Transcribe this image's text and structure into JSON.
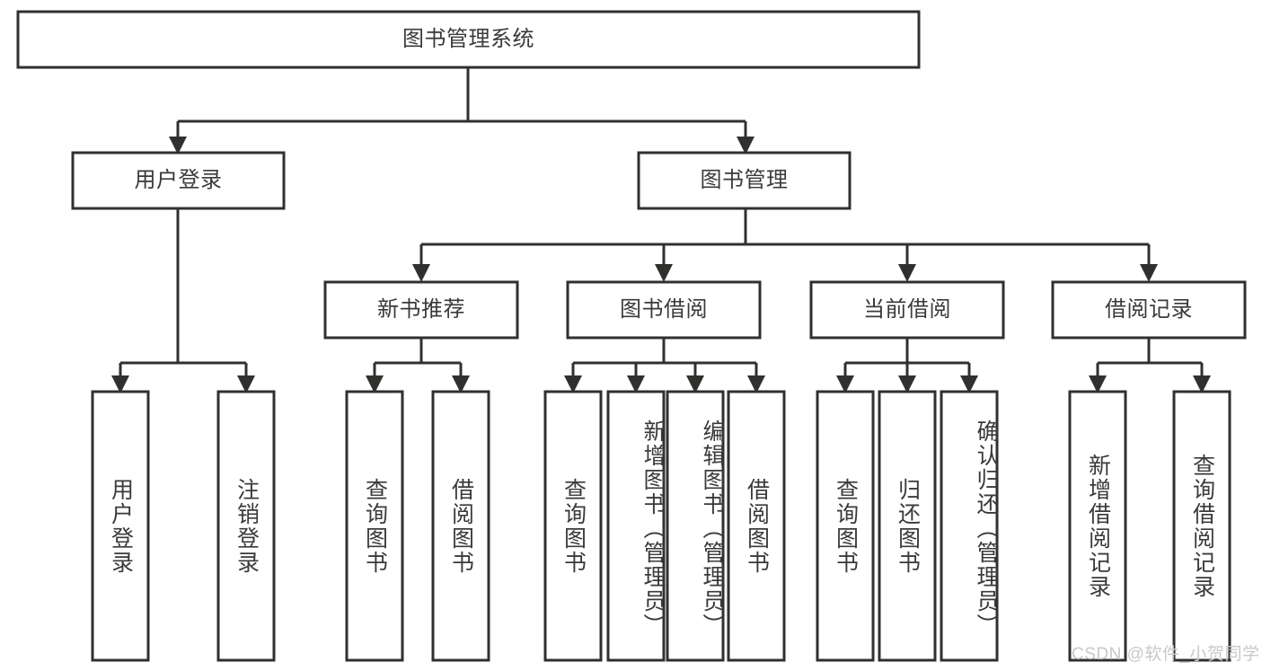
{
  "diagram": {
    "title": "图书管理系统",
    "type": "hierarchy-tree",
    "watermark": "CSDN @软件_小贺同学",
    "colors": {
      "box_stroke": "#31302f",
      "box_fill": "#ffffff",
      "text": "#3a3a3a",
      "background": "#ffffff",
      "watermark": "#c8c8c8"
    },
    "root": {
      "label": "图书管理系统"
    },
    "level2": [
      {
        "label": "用户登录"
      },
      {
        "label": "图书管理"
      }
    ],
    "level3": [
      {
        "label": "新书推荐"
      },
      {
        "label": "图书借阅"
      },
      {
        "label": "当前借阅"
      },
      {
        "label": "借阅记录"
      }
    ],
    "leaves": {
      "user_login": [
        {
          "label": "用户登录"
        },
        {
          "label": "注销登录"
        }
      ],
      "new_book_recommend": [
        {
          "label": "查询图书"
        },
        {
          "label": "借阅图书"
        }
      ],
      "book_borrow": [
        {
          "label": "查询图书"
        },
        {
          "label": "新增图书（管理员）"
        },
        {
          "label": "编辑图书（管理员）"
        },
        {
          "label": "借阅图书"
        }
      ],
      "current_borrow": [
        {
          "label": "查询图书"
        },
        {
          "label": "归还图书"
        },
        {
          "label": "确认归还（管理员）"
        }
      ],
      "borrow_record": [
        {
          "label": "新增借阅记录"
        },
        {
          "label": "查询借阅记录"
        }
      ]
    }
  }
}
